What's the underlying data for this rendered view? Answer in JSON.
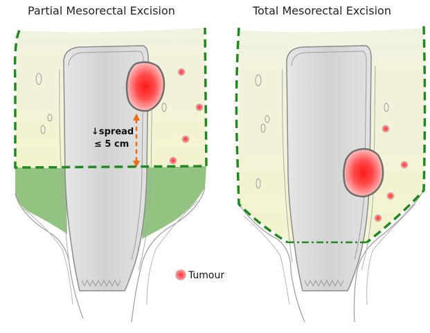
{
  "panels": {
    "left_title": "Partial Mesorectal Excision",
    "right_title": "Total Mesorectal Excision"
  },
  "annotation": {
    "spread_line1": "↓spread",
    "spread_line2": "≤ 5 cm"
  },
  "legend": {
    "tumour_label": "Tumour"
  },
  "colors": {
    "mesorectum_fill": "#eef0d8",
    "resected_green": "#7fba6a",
    "excision_line": "#1e8a1e",
    "tumour_core": "#ff2a2a",
    "spread_arrow": "#f06a14",
    "rectum_wall": "#cfcfcf"
  }
}
